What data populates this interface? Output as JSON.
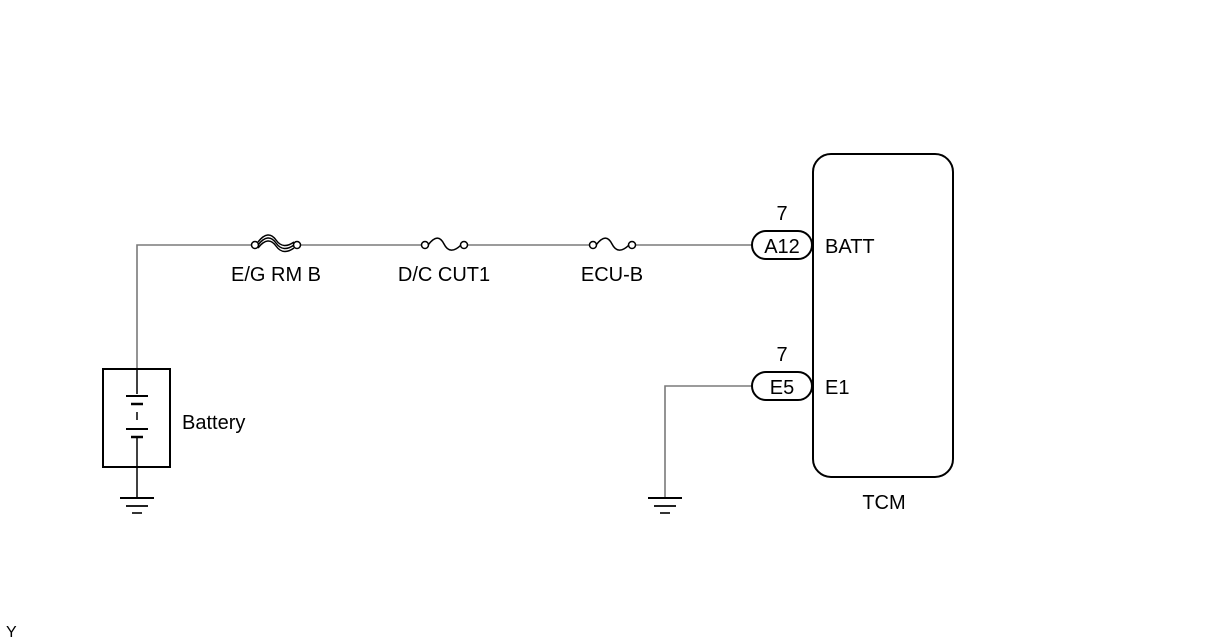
{
  "diagram": {
    "fuses": [
      {
        "label": "E/G RM B",
        "type": "fusible-link"
      },
      {
        "label": "D/C CUT1",
        "type": "fuse"
      },
      {
        "label": "ECU-B",
        "type": "fuse"
      }
    ],
    "battery": {
      "label": "Battery"
    },
    "ecu": {
      "label": "TCM",
      "pins": [
        {
          "connector": "A12",
          "pin_number": "7",
          "terminal": "BATT"
        },
        {
          "connector": "E5",
          "pin_number": "7",
          "terminal": "E1"
        }
      ]
    },
    "corner_mark": "Y"
  }
}
